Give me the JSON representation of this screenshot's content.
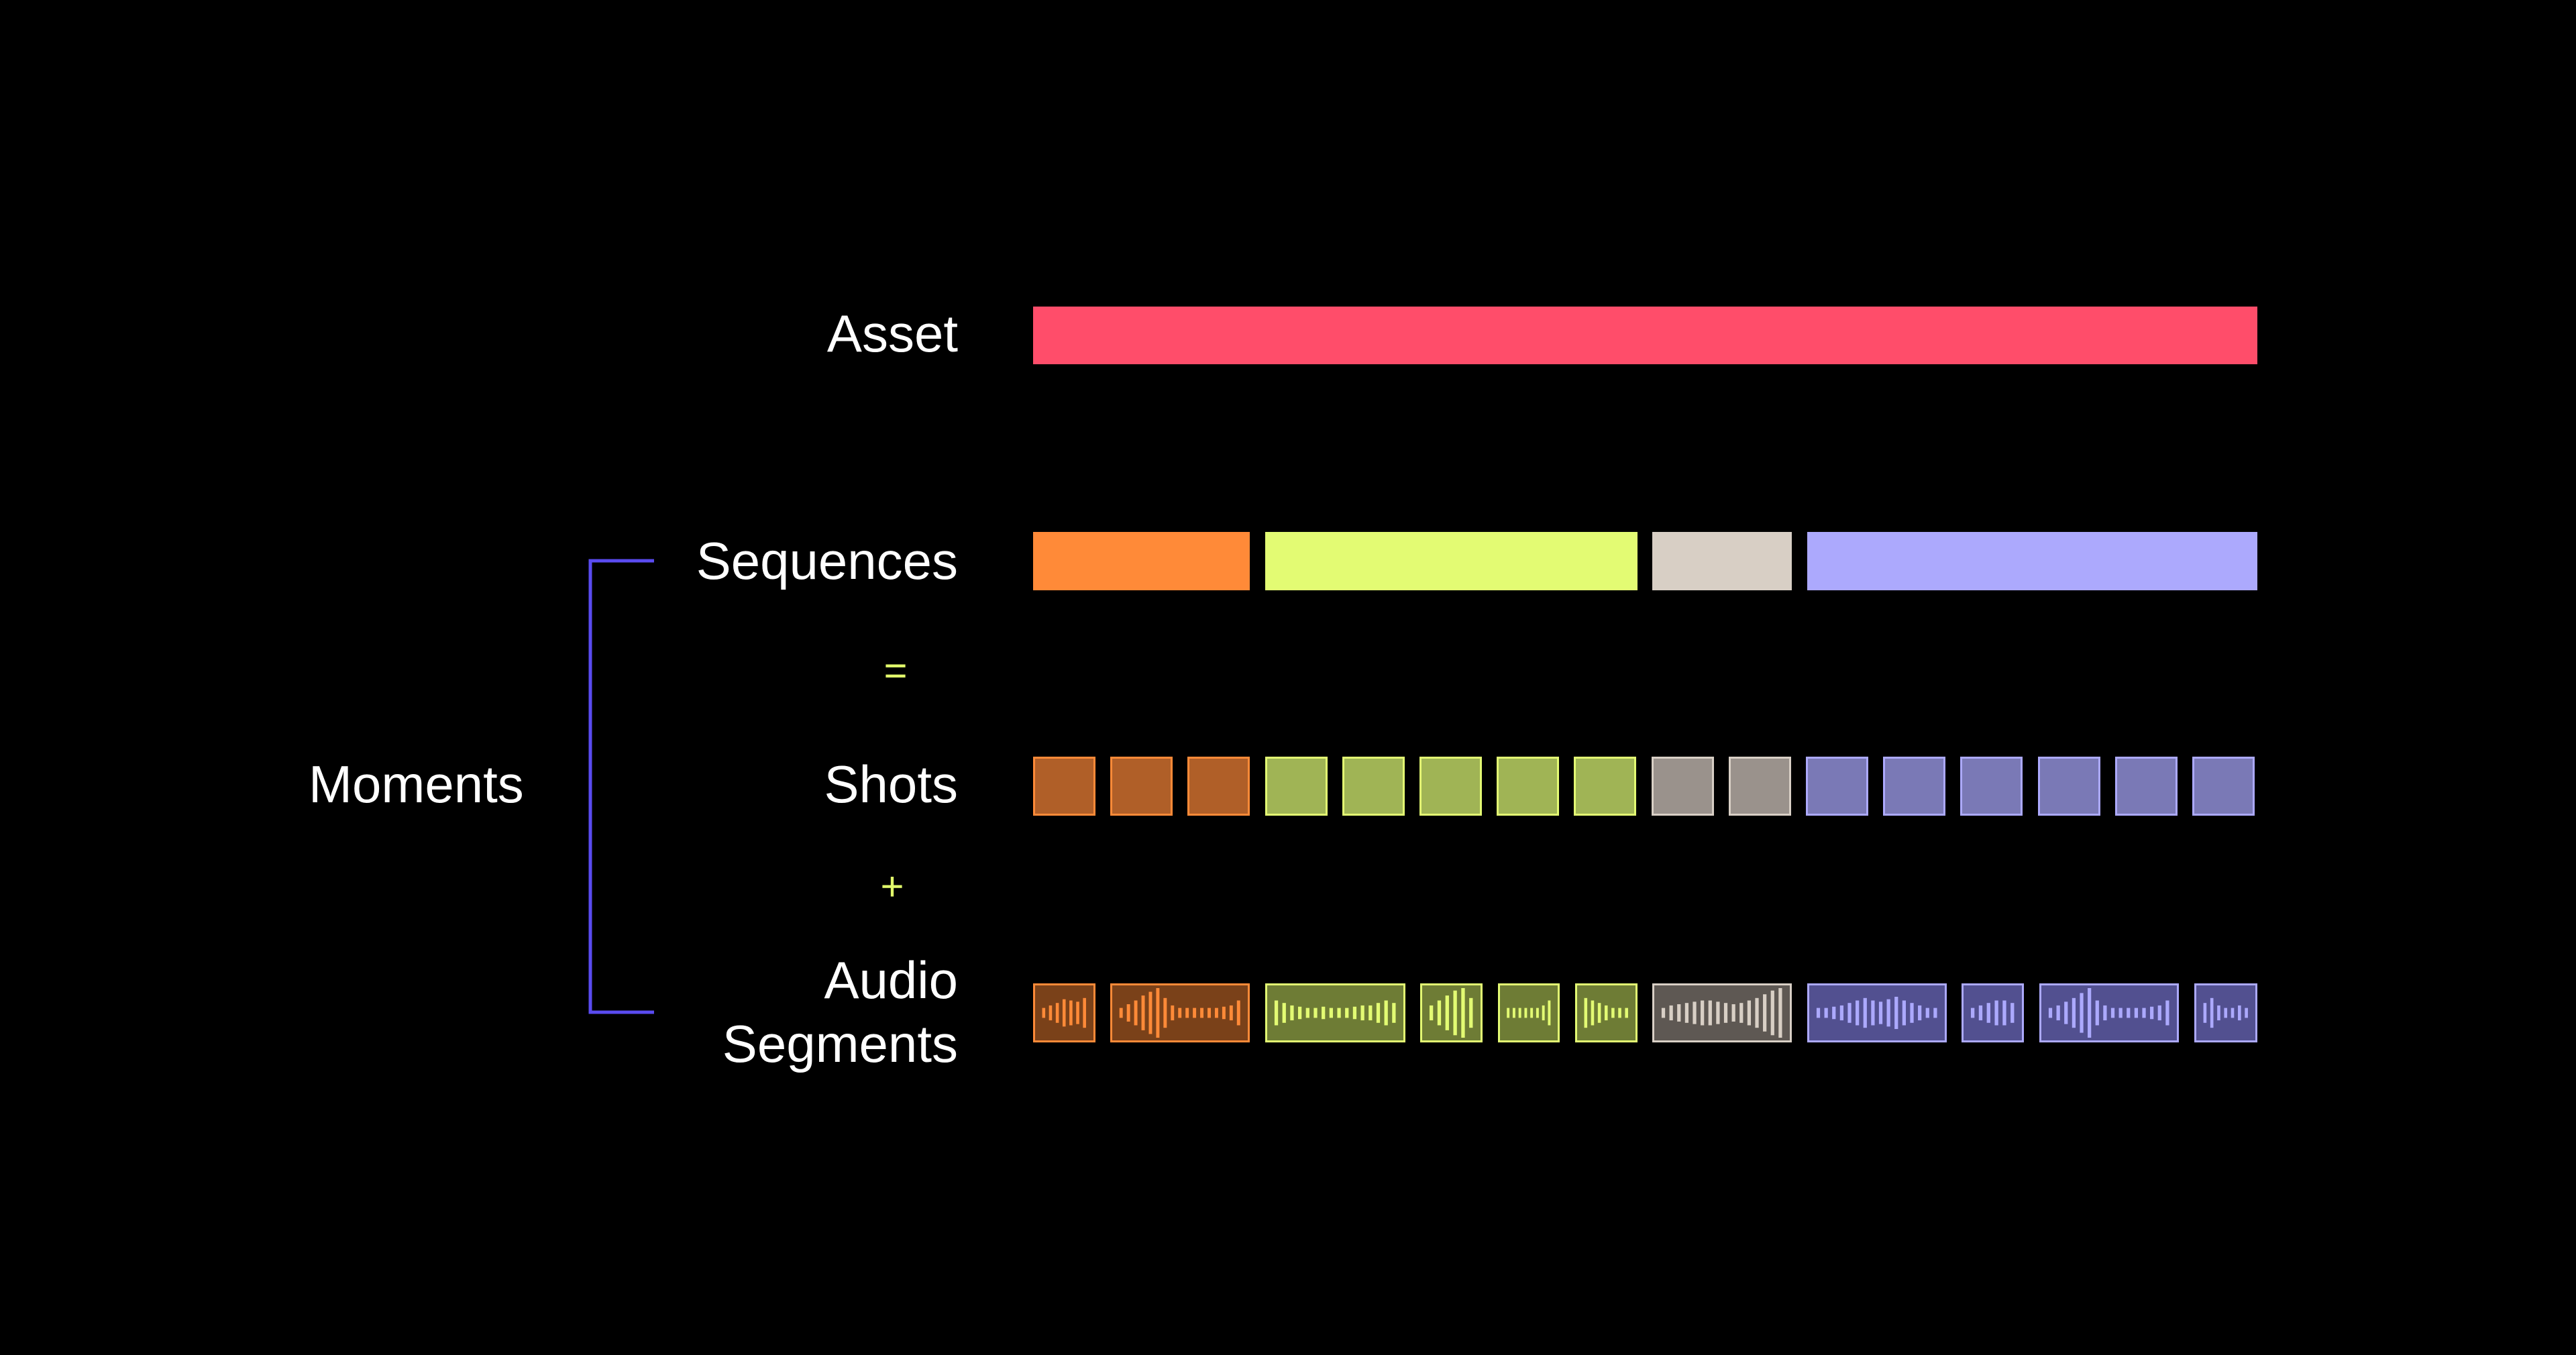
{
  "labels": {
    "asset": "Asset",
    "sequences": "Sequences",
    "equals": "=",
    "shots": "Shots",
    "plus": "+",
    "audio_segments_line1": "Audio",
    "audio_segments_line2": "Segments",
    "moments": "Moments"
  },
  "colors": {
    "background": "#000000",
    "text": "#ffffff",
    "operator": "#e2fb6b",
    "bracket": "#5a4bf0",
    "asset": "#ff4d6a",
    "seq_orange": "#ff8a38",
    "seq_lime": "#e3fb73",
    "seq_beige": "#d8cfc5",
    "seq_lavender": "#aca9fd"
  },
  "asset": {
    "icon": "timeline-bar",
    "color": "#ff4d6a"
  },
  "sequences": [
    {
      "name": "sequence-1",
      "color": "#ff8a38",
      "shots": 3
    },
    {
      "name": "sequence-2",
      "color": "#e3fb73",
      "shots": 5
    },
    {
      "name": "sequence-3",
      "color": "#d8cfc5",
      "shots": 2
    },
    {
      "name": "sequence-4",
      "color": "#aca9fd",
      "shots": 6
    }
  ],
  "shots": [
    {
      "sequence": 1,
      "fill": "#b05f28",
      "stroke": "#ff8a38"
    },
    {
      "sequence": 1,
      "fill": "#b05f28",
      "stroke": "#ff8a38"
    },
    {
      "sequence": 1,
      "fill": "#b05f28",
      "stroke": "#ff8a38"
    },
    {
      "sequence": 2,
      "fill": "#a0b455",
      "stroke": "#e3fb73"
    },
    {
      "sequence": 2,
      "fill": "#a0b455",
      "stroke": "#e3fb73"
    },
    {
      "sequence": 2,
      "fill": "#a0b455",
      "stroke": "#e3fb73"
    },
    {
      "sequence": 2,
      "fill": "#a0b455",
      "stroke": "#e3fb73"
    },
    {
      "sequence": 2,
      "fill": "#a0b455",
      "stroke": "#e3fb73"
    },
    {
      "sequence": 3,
      "fill": "#9a928c",
      "stroke": "#d8cfc5"
    },
    {
      "sequence": 3,
      "fill": "#9a928c",
      "stroke": "#d8cfc5"
    },
    {
      "sequence": 4,
      "fill": "#7a79b6",
      "stroke": "#aca9fd"
    },
    {
      "sequence": 4,
      "fill": "#7a79b6",
      "stroke": "#aca9fd"
    },
    {
      "sequence": 4,
      "fill": "#7a79b6",
      "stroke": "#aca9fd"
    },
    {
      "sequence": 4,
      "fill": "#7a79b6",
      "stroke": "#aca9fd"
    },
    {
      "sequence": 4,
      "fill": "#7a79b6",
      "stroke": "#aca9fd"
    },
    {
      "sequence": 4,
      "fill": "#7a79b6",
      "stroke": "#aca9fd"
    }
  ],
  "audio_segments": [
    {
      "sequence": 1,
      "fill": "#7a4119",
      "stroke": "#ff8a38"
    },
    {
      "sequence": 1,
      "fill": "#7a4119",
      "stroke": "#ff8a38"
    },
    {
      "sequence": 2,
      "fill": "#6e7c35",
      "stroke": "#e3fb73"
    },
    {
      "sequence": 2,
      "fill": "#6e7c35",
      "stroke": "#e3fb73"
    },
    {
      "sequence": 2,
      "fill": "#6e7c35",
      "stroke": "#e3fb73"
    },
    {
      "sequence": 2,
      "fill": "#6e7c35",
      "stroke": "#e3fb73"
    },
    {
      "sequence": 3,
      "fill": "#5e5853",
      "stroke": "#d8cfc5"
    },
    {
      "sequence": 4,
      "fill": "#525090",
      "stroke": "#aca9fd"
    },
    {
      "sequence": 4,
      "fill": "#525090",
      "stroke": "#aca9fd"
    },
    {
      "sequence": 4,
      "fill": "#525090",
      "stroke": "#aca9fd"
    },
    {
      "sequence": 4,
      "fill": "#525090",
      "stroke": "#aca9fd"
    }
  ]
}
